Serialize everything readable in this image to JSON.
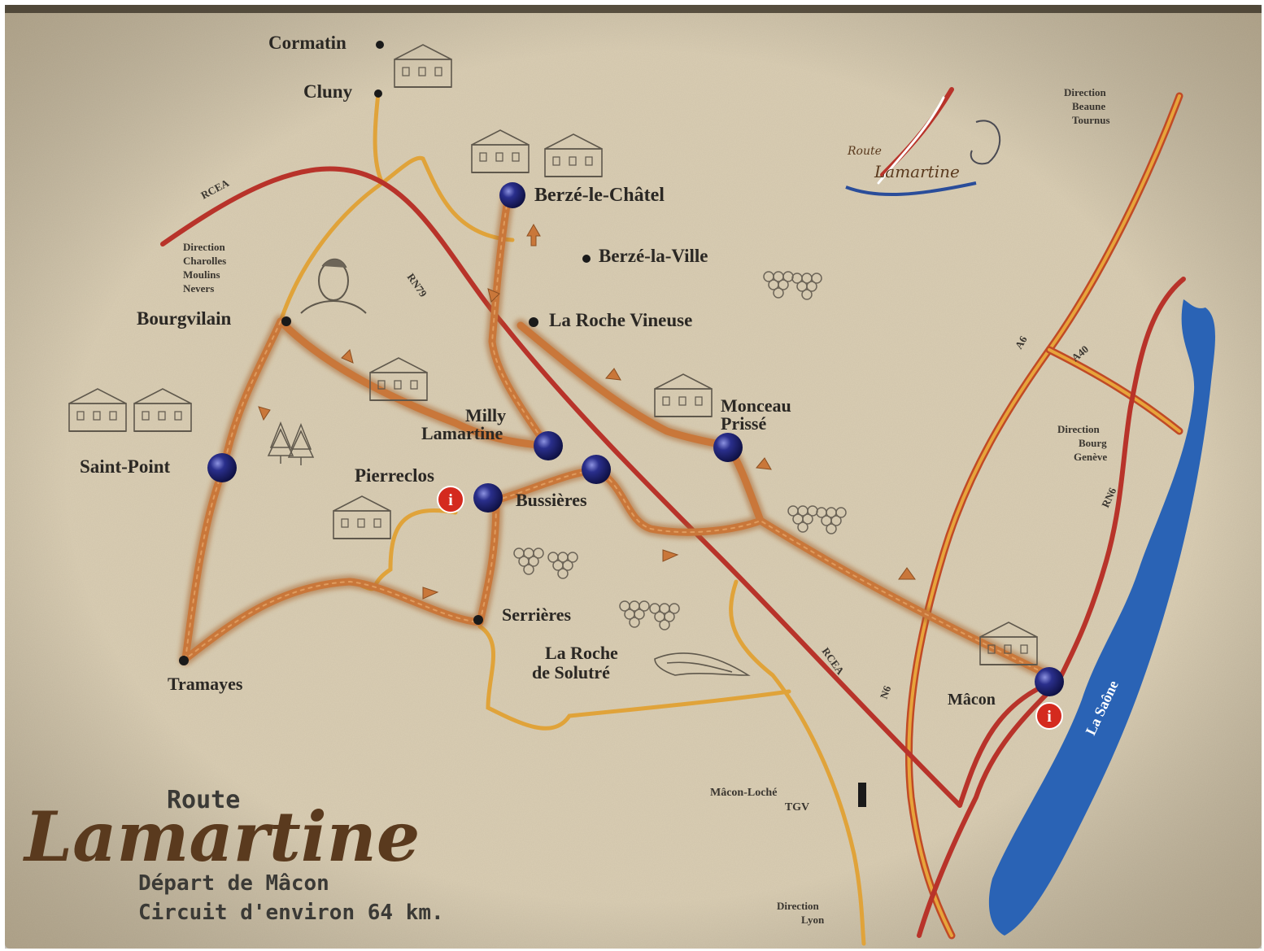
{
  "title": {
    "line1": "Route",
    "line2": "Lamartine",
    "subtitle1": "Départ de Mâcon",
    "subtitle2": "Circuit d'environ 64 km."
  },
  "logo": {
    "line1": "Route",
    "line2": "Lamartine"
  },
  "places": {
    "cormatin": "Cormatin",
    "cluny": "Cluny",
    "berze_chatel": "Berzé-le-Châtel",
    "berze_ville": "Berzé-la-Ville",
    "roche_vineuse": "La Roche Vineuse",
    "bourgvilain": "Bourgvilain",
    "saint_point": "Saint-Point",
    "milly_1": "Milly",
    "milly_2": "Lamartine",
    "monceau_1": "Monceau",
    "monceau_2": "Prissé",
    "pierreclos": "Pierreclos",
    "bussieres": "Bussières",
    "serrieres": "Serrières",
    "solutre_1": "La Roche",
    "solutre_2": "de Solutré",
    "tramayes": "Tramayes",
    "macon": "Mâcon",
    "macon_tgv_1": "Mâcon-Loché",
    "macon_tgv_2": "TGV",
    "river": "La Saône"
  },
  "directions": {
    "west": [
      "Direction",
      "Charolles",
      "Moulins",
      "Nevers"
    ],
    "north": [
      "Direction",
      "Beaune",
      "Tournus"
    ],
    "east": [
      "Direction",
      "Bourg",
      "Genève"
    ],
    "south": [
      "Direction",
      "Lyon"
    ]
  },
  "roads": {
    "rcea_1": "RCEA",
    "rcea_2": "RCEA",
    "n79": "RN79",
    "a6": "A6",
    "a40": "A40",
    "n6": "RN6",
    "n6b": "N6"
  },
  "colors": {
    "parchment": "#d9cdb3",
    "route": "#c9773a",
    "main_road": "#b8332a",
    "secondary_road": "#e0a33a",
    "river": "#2a63b5",
    "stop": "#1d2170",
    "info": "#d42a1e"
  },
  "icons": {
    "stop": "blue-sphere-icon",
    "info": "info-icon",
    "village": "dot-icon",
    "arrow": "arrow-icon",
    "grapes": "grapes-icon",
    "trees": "tree-icon",
    "buildings": "castle-icon"
  }
}
